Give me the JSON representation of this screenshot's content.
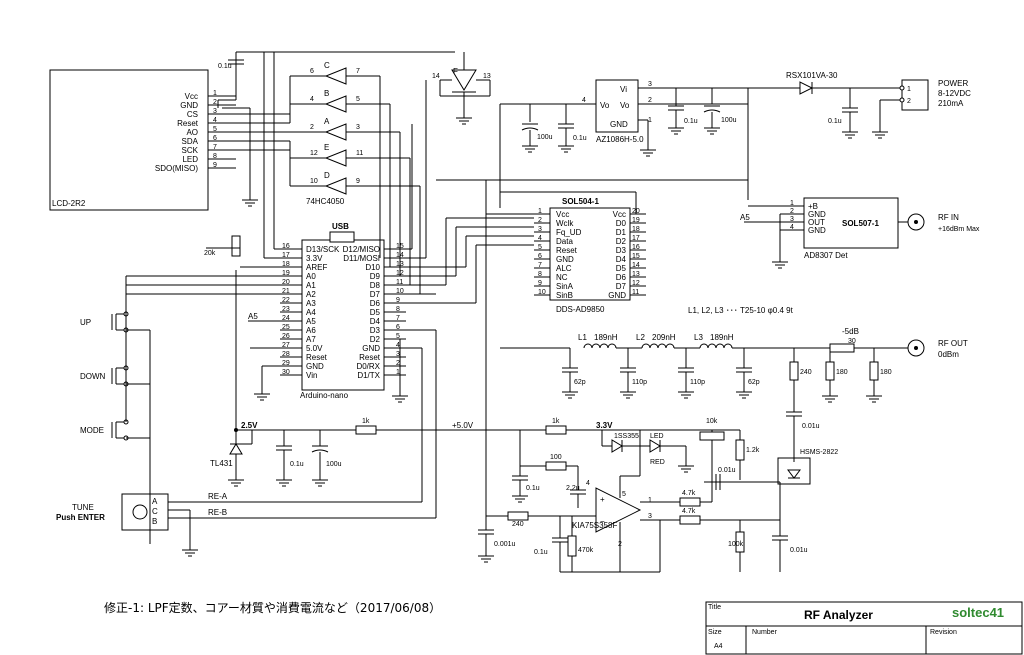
{
  "revision_note": "修正-1: LPF定数、コアー材質や消費電流など（2017/06/08）",
  "title_block": {
    "title_label": "Title",
    "title": "RF Analyzer",
    "brand": "soltec41",
    "size_label": "Size",
    "size": "A4",
    "number_label": "Number",
    "revision_label": "Revision"
  },
  "lcd": {
    "name": "LCD-2R2",
    "pins": [
      "Vcc",
      "GND",
      "CS",
      "Reset",
      "AO",
      "SDA",
      "SCK",
      "LED",
      "SDO(MISO)"
    ],
    "pin_numbers": [
      "1",
      "2",
      "3",
      "4",
      "5",
      "6",
      "7",
      "8",
      "9"
    ]
  },
  "buffer": {
    "name": "74HC4050",
    "gates": [
      {
        "letter": "C",
        "in": "7",
        "out": "6"
      },
      {
        "letter": "B",
        "in": "5",
        "out": "4"
      },
      {
        "letter": "A",
        "in": "3",
        "out": "2"
      },
      {
        "letter": "E",
        "in": "11",
        "out": "12"
      },
      {
        "letter": "D",
        "in": "9",
        "out": "10"
      }
    ],
    "gate_f": {
      "letter": "F",
      "in": "14",
      "out": "13"
    }
  },
  "arduino": {
    "header": "USB",
    "name": "Arduino-nano",
    "left_pins": [
      {
        "num": "16",
        "label": "D13/SCK"
      },
      {
        "num": "17",
        "label": "3.3V"
      },
      {
        "num": "18",
        "label": "AREF"
      },
      {
        "num": "19",
        "label": "A0"
      },
      {
        "num": "20",
        "label": "A1"
      },
      {
        "num": "21",
        "label": "A2"
      },
      {
        "num": "22",
        "label": "A3"
      },
      {
        "num": "23",
        "label": "A4"
      },
      {
        "num": "24",
        "label": "A5"
      },
      {
        "num": "25",
        "label": "A6"
      },
      {
        "num": "26",
        "label": "A7"
      },
      {
        "num": "27",
        "label": "5.0V"
      },
      {
        "num": "28",
        "label": "Reset"
      },
      {
        "num": "29",
        "label": "GND"
      },
      {
        "num": "30",
        "label": "Vin"
      }
    ],
    "right_pins": [
      {
        "num": "15",
        "label": "D12/MISO"
      },
      {
        "num": "14",
        "label": "D11/MOSI"
      },
      {
        "num": "13",
        "label": "D10"
      },
      {
        "num": "12",
        "label": "D9"
      },
      {
        "num": "11",
        "label": "D8"
      },
      {
        "num": "10",
        "label": "D7"
      },
      {
        "num": "9",
        "label": "D6"
      },
      {
        "num": "8",
        "label": "D5"
      },
      {
        "num": "7",
        "label": "D4"
      },
      {
        "num": "6",
        "label": "D3"
      },
      {
        "num": "5",
        "label": "D2"
      },
      {
        "num": "4",
        "label": "GND"
      },
      {
        "num": "3",
        "label": "Reset"
      },
      {
        "num": "2",
        "label": "D0/RX"
      },
      {
        "num": "1",
        "label": "D1/TX"
      }
    ]
  },
  "dds": {
    "name": "SOL504-1",
    "chip": "DDS-AD9850",
    "left_pins": [
      {
        "num": "1",
        "label": "Vcc"
      },
      {
        "num": "2",
        "label": "Wclk"
      },
      {
        "num": "3",
        "label": "Fq_UD"
      },
      {
        "num": "4",
        "label": "Data"
      },
      {
        "num": "5",
        "label": "Reset"
      },
      {
        "num": "6",
        "label": "GND"
      },
      {
        "num": "7",
        "label": "ALC"
      },
      {
        "num": "8",
        "label": "NC"
      },
      {
        "num": "9",
        "label": "SinA"
      },
      {
        "num": "10",
        "label": "SinB"
      }
    ],
    "right_pins": [
      {
        "num": "20",
        "label": "Vcc"
      },
      {
        "num": "19",
        "label": "D0"
      },
      {
        "num": "18",
        "label": "D1"
      },
      {
        "num": "17",
        "label": "D2"
      },
      {
        "num": "16",
        "label": "D3"
      },
      {
        "num": "15",
        "label": "D4"
      },
      {
        "num": "14",
        "label": "D5"
      },
      {
        "num": "13",
        "label": "D6"
      },
      {
        "num": "12",
        "label": "D7"
      },
      {
        "num": "11",
        "label": "GND"
      }
    ]
  },
  "regulator": {
    "name": "AZ1086H-5.0",
    "vi": "Vi",
    "vo1": "Vo",
    "vo2": "Vo",
    "gnd": "GND",
    "pin_vi": "3",
    "pin_vo1": "4",
    "pin_vo2": "2",
    "pin_gnd": "1"
  },
  "power": {
    "diode": "RSX101VA-30",
    "label": "POWER",
    "voltage": "8-12VDC",
    "current": "210mA",
    "pin1": "1",
    "pin2": "2"
  },
  "detector": {
    "name": "SOL507-1",
    "chip": "AD8307 Det",
    "pins": [
      {
        "num": "1",
        "label": "+B"
      },
      {
        "num": "2",
        "label": "GND"
      },
      {
        "num": "3",
        "label": "OUT"
      },
      {
        "num": "4",
        "label": "GND"
      }
    ],
    "a5": "A5",
    "rf_in": "RF IN",
    "rf_in_max": "+16dBm Max"
  },
  "filter": {
    "spec": "L1, L2, L3 ･･･ T25-10  φ0.4  9t",
    "inductors": [
      {
        "ref": "L1",
        "value": "189nH"
      },
      {
        "ref": "L2",
        "value": "209nH"
      },
      {
        "ref": "L3",
        "value": "189nH"
      }
    ],
    "caps": [
      "62p",
      "110p",
      "110p",
      "62p"
    ],
    "attenuator": "-5dB",
    "att_values": [
      "30",
      "240",
      "180",
      "180"
    ],
    "rf_out": "RF OUT",
    "rf_out_level": "0dBm"
  },
  "analog": {
    "ref_volt": "2.5V",
    "v33": "3.3V",
    "v5": "+5.0V",
    "tl431": "TL431",
    "r_1k_a": "1k",
    "r_1k_b": "1k",
    "diode": "1SS355",
    "led": "LED",
    "led_color": "RED",
    "pot": "10k",
    "r_12k": "1.2k",
    "r_100": "100",
    "r_240": "240",
    "r_47k_a": "4.7k",
    "r_47k_b": "4.7k",
    "r_100k": "100k",
    "r_470k": "470k",
    "opamp": "KIA75S358F",
    "op_pins": {
      "plus": "+",
      "minus": "−",
      "p4": "4",
      "p5": "5",
      "p1": "1",
      "p3": "3",
      "p2": "2"
    },
    "schottky": "HSMS-2822",
    "caps": {
      "c01u_a": "0.1u",
      "c100u_a": "100u",
      "c01u_b": "0.1u",
      "c22u": "2.2u",
      "c01u_c": "0.1u",
      "c0001u": "0.001u",
      "c01u_d": "0.1u",
      "c01u_e": "0.01u",
      "c01u_f": "0.01u",
      "c01u_g": "0.01u"
    },
    "reg_caps": {
      "c100u_in": "100u",
      "c01u_in": "0.1u",
      "c01u_o": "0.1u",
      "c100u_o": "100u",
      "c01u_pwr": "0.1u"
    },
    "c01u_buf": "0.1u",
    "r_20k": "20k"
  },
  "buttons": {
    "up": "UP",
    "down": "DOWN",
    "mode": "MODE",
    "tune": "TUNE",
    "tune2": "Push ENTER",
    "enc_a": "A",
    "enc_c": "C",
    "enc_b": "B",
    "re_a": "RE-A",
    "re_b": "RE-B"
  },
  "a5_label": "A5"
}
